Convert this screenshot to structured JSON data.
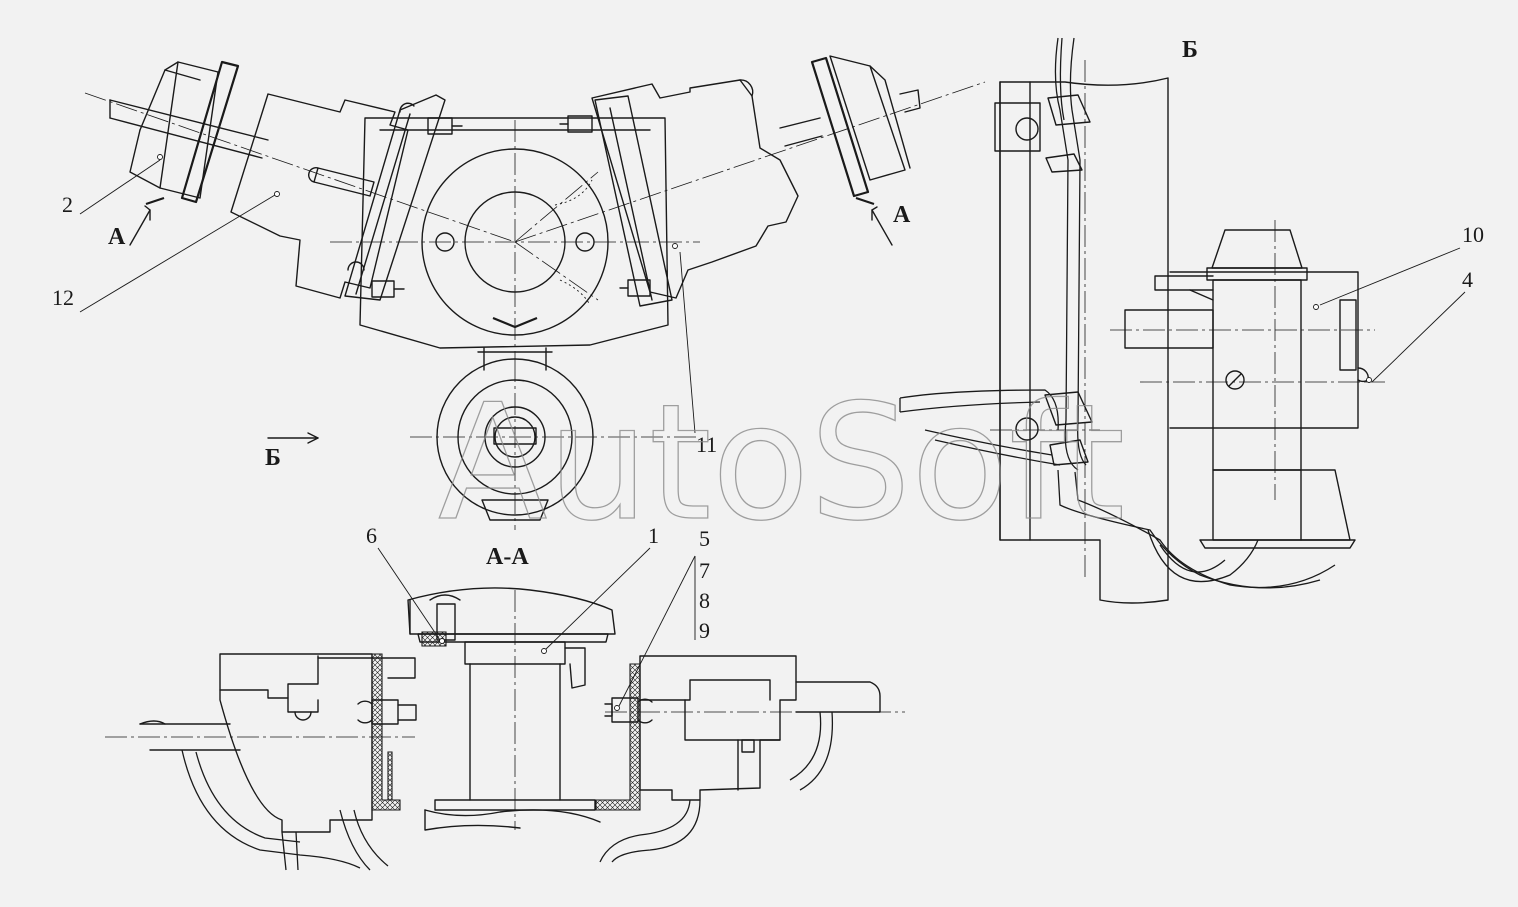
{
  "watermark": "AutoSoft",
  "section_labels": {
    "view_b_title": "Б",
    "view_b_arrow": "Б",
    "arrow_a_left": "А",
    "arrow_a_right": "А",
    "section_aa_title": "А-А"
  },
  "callouts": [
    {
      "id": "1",
      "text": "1"
    },
    {
      "id": "2",
      "text": "2"
    },
    {
      "id": "4",
      "text": "4"
    },
    {
      "id": "5",
      "text": "5"
    },
    {
      "id": "6",
      "text": "6"
    },
    {
      "id": "7",
      "text": "7"
    },
    {
      "id": "8",
      "text": "8"
    },
    {
      "id": "9",
      "text": "9"
    },
    {
      "id": "10",
      "text": "10"
    },
    {
      "id": "11",
      "text": "11"
    },
    {
      "id": "12",
      "text": "12"
    }
  ]
}
